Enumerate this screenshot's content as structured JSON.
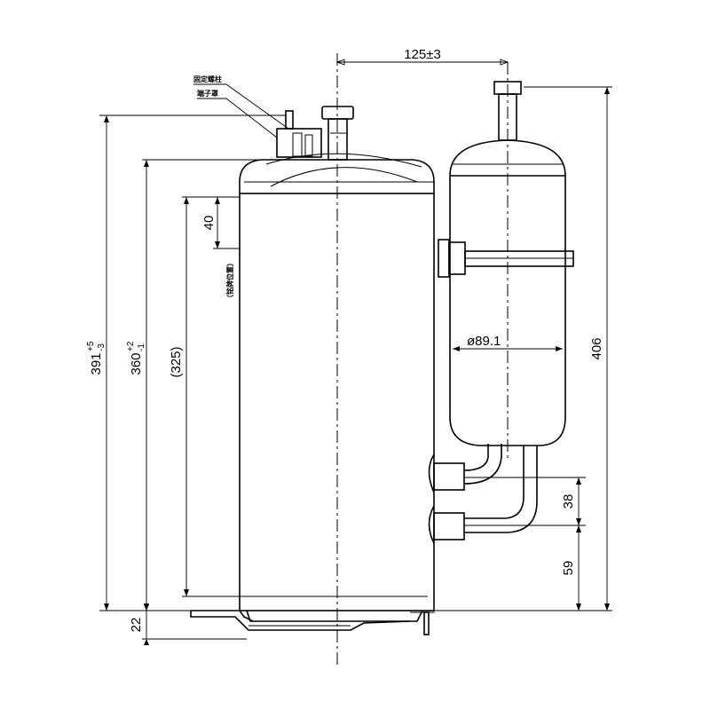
{
  "callouts": {
    "fixing_stud": "固定螺柱",
    "terminal_cover": "端子罩",
    "marking_note": "（铭牌位置）"
  },
  "dimensions": {
    "offset": "125±3",
    "total_height": "391",
    "total_height_tol_upper": "+5",
    "total_height_tol_lower": "-3",
    "shell_height": "360",
    "shell_height_tol_upper": "+2",
    "shell_height_tol_lower": "-1",
    "reference_height": "(325)",
    "top_offset": "40",
    "accumulator_diameter": "ø89.1",
    "accumulator_height": "406",
    "pipe_spacing": "38",
    "pipe_height": "59",
    "base_height": "22"
  }
}
